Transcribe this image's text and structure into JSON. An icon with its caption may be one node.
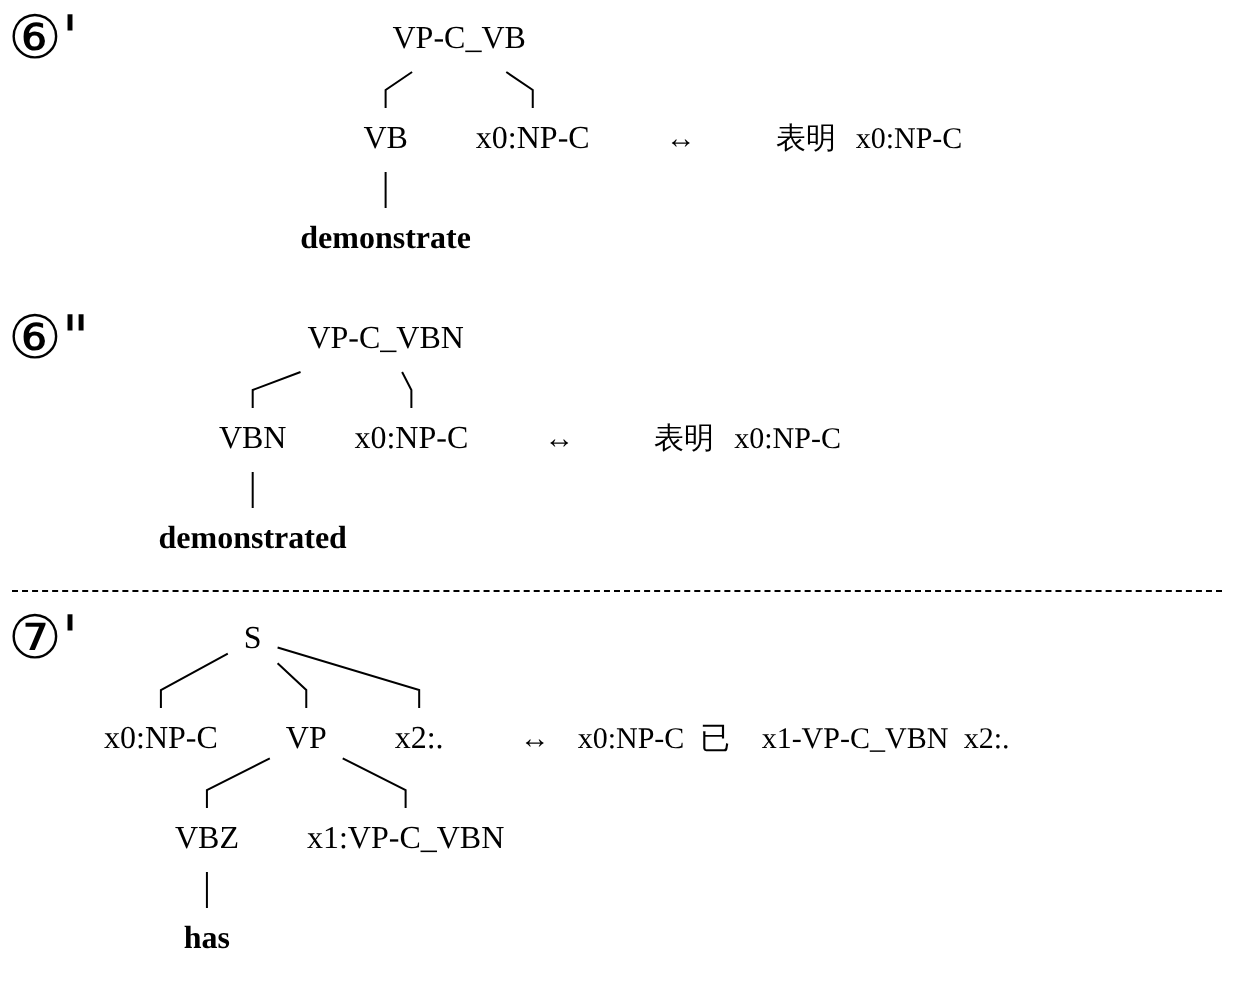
{
  "diagram": {
    "nodes": [
      {
        "text": [
          "VP-C_VB"
        ]
      },
      {
        "text": [
          "VB"
        ]
      },
      {
        "text": [
          "x0:NP-C"
        ]
      },
      {
        "text": [
          "demonstrate"
        ]
      },
      {
        "text": [
          "VP-C_VBN"
        ]
      },
      {
        "text": [
          "VBN"
        ]
      },
      {
        "text": [
          "x0:NP-C"
        ]
      },
      {
        "text": [
          "demonstrated"
        ]
      },
      {
        "text": [
          "S"
        ]
      },
      {
        "text": [
          "x0:NP-C"
        ]
      },
      {
        "text": [
          "VP"
        ]
      },
      {
        "text": [
          "x2:."
        ]
      },
      {
        "text": [
          "VBZ"
        ]
      },
      {
        "text": [
          "x1:VP-C_VBN"
        ]
      },
      {
        "text": [
          "has"
        ]
      }
    ],
    "edges": [
      {
        "from": 0,
        "to": 1,
        "arrow": "none"
      },
      {
        "from": 0,
        "to": 2,
        "arrow": "none"
      },
      {
        "from": 1,
        "to": 3,
        "arrow": "none"
      },
      {
        "from": 4,
        "to": 5,
        "arrow": "none"
      },
      {
        "from": 4,
        "to": 6,
        "arrow": "none"
      },
      {
        "from": 5,
        "to": 7,
        "arrow": "none"
      },
      {
        "from": 8,
        "to": 9,
        "arrow": "none"
      },
      {
        "from": 8,
        "to": 10,
        "arrow": "none"
      },
      {
        "from": 8,
        "to": 11,
        "arrow": "none"
      },
      {
        "from": 10,
        "to": 12,
        "arrow": "none"
      },
      {
        "from": 10,
        "to": 13,
        "arrow": "none"
      },
      {
        "from": 12,
        "to": 14,
        "arrow": "none"
      }
    ],
    "labels": [
      "⑥'",
      "↔",
      "表明",
      "x0:NP-C",
      "⑥\"",
      "↔",
      "表明",
      "x0:NP-C",
      "⑦'",
      "↔",
      "x0:NP-C",
      "已",
      "x1-VP-C_VBN",
      "x2:."
    ]
  }
}
